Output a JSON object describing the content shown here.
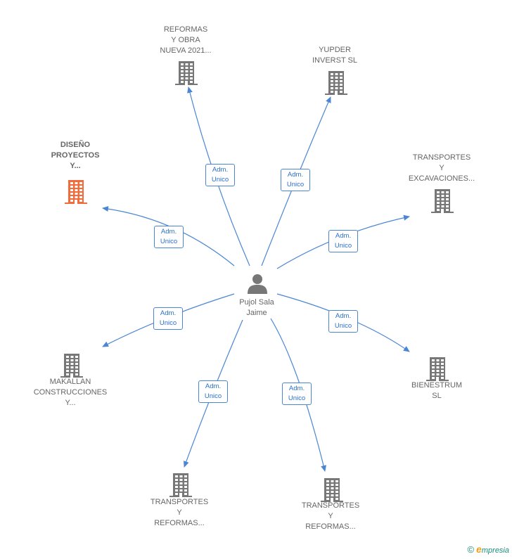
{
  "center": {
    "name_lines": [
      "Pujol Sala",
      "Jaime"
    ],
    "icon": "person-icon"
  },
  "colors": {
    "edge": "#4a86d4",
    "building": "#777777",
    "building_highlight": "#f26b3a"
  },
  "nodes": [
    {
      "id": "reformas-obra",
      "lines": [
        "REFORMAS",
        "Y OBRA",
        "NUEVA 2021..."
      ],
      "highlight": false,
      "role_lines": [
        "Adm.",
        "Unico"
      ]
    },
    {
      "id": "yupder",
      "lines": [
        "YUPDER",
        "INVERST SL"
      ],
      "highlight": false,
      "role_lines": [
        "Adm.",
        "Unico"
      ]
    },
    {
      "id": "transportes-excavaciones",
      "lines": [
        "TRANSPORTES",
        "Y",
        "EXCAVACIONES..."
      ],
      "highlight": false,
      "role_lines": [
        "Adm.",
        "Unico"
      ]
    },
    {
      "id": "bienestrum",
      "lines": [
        "BIENESTRUM",
        "SL"
      ],
      "highlight": false,
      "role_lines": [
        "Adm.",
        "Unico"
      ]
    },
    {
      "id": "transportes-reformas-2",
      "lines": [
        "TRANSPORTES",
        "Y",
        "REFORMAS..."
      ],
      "highlight": false,
      "role_lines": [
        "Adm.",
        "Unico"
      ]
    },
    {
      "id": "transportes-reformas-1",
      "lines": [
        "TRANSPORTES",
        "Y",
        "REFORMAS..."
      ],
      "highlight": false,
      "role_lines": [
        "Adm.",
        "Unico"
      ]
    },
    {
      "id": "makallan",
      "lines": [
        "MAKALLAN",
        "CONSTRUCCIONES",
        "Y..."
      ],
      "highlight": false,
      "role_lines": [
        "Adm.",
        "Unico"
      ]
    },
    {
      "id": "diseno",
      "lines": [
        "DISEÑO",
        "PROYECTOS",
        "Y..."
      ],
      "highlight": true,
      "role_lines": [
        "Adm.",
        "Unico"
      ]
    }
  ],
  "footer": {
    "copyright": "©",
    "brand_first": "e",
    "brand_rest": "mpresia"
  }
}
